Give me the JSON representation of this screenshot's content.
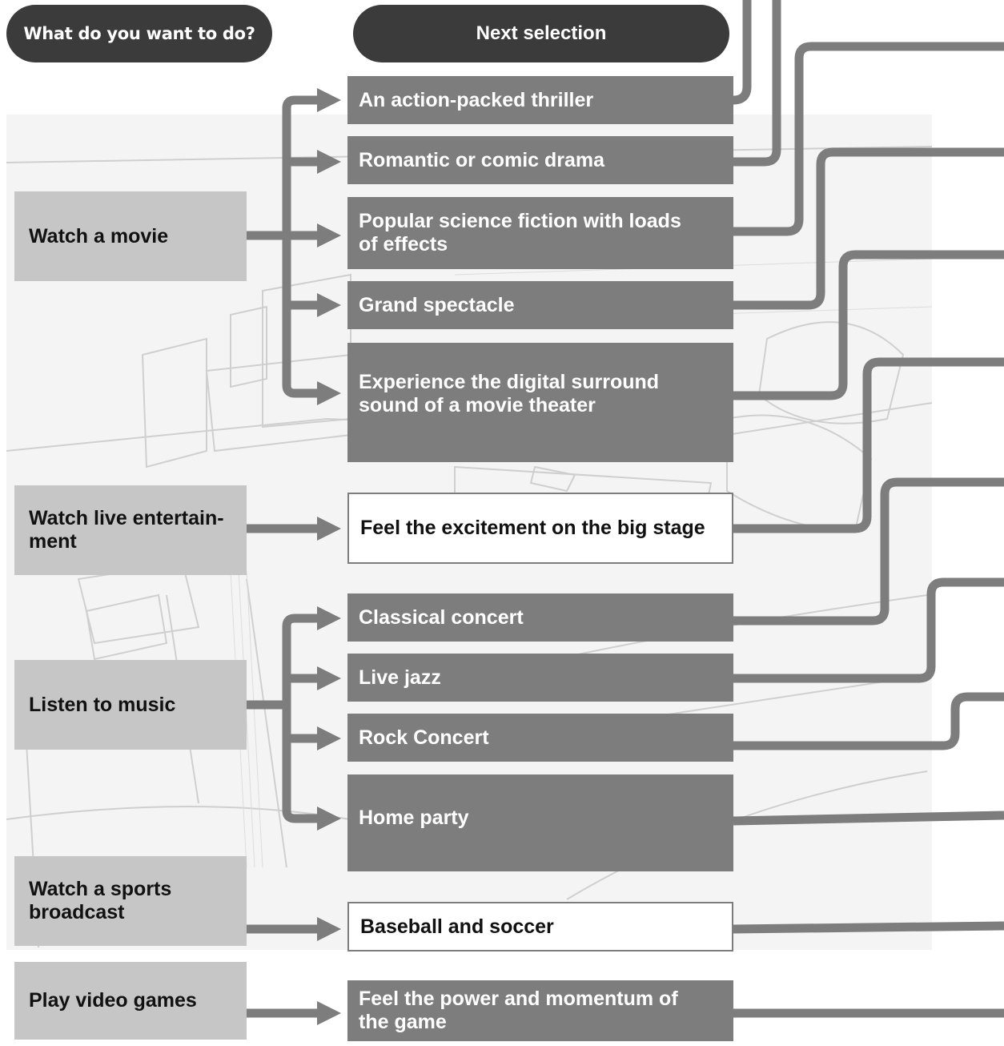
{
  "header": {
    "left_label": "What do you want to do?",
    "right_label": "Next selection"
  },
  "categories": [
    {
      "label": "Watch a movie"
    },
    {
      "label": "Watch live entertain-\nment"
    },
    {
      "label": "Listen to music"
    },
    {
      "label": "Watch a sports\nbroadcast"
    },
    {
      "label": "Play video games"
    }
  ],
  "selections": [
    {
      "label": "An action-packed thriller"
    },
    {
      "label": "Romantic or comic drama"
    },
    {
      "label": "Popular science fiction with loads\nof effects"
    },
    {
      "label": "Grand spectacle"
    },
    {
      "label": "Experience the digital surround\nsound of a movie theater"
    },
    {
      "label": "Feel the excitement on the big stage"
    },
    {
      "label": "Classical concert"
    },
    {
      "label": "Live jazz"
    },
    {
      "label": "Rock Concert"
    },
    {
      "label": "Home party"
    },
    {
      "label": "Baseball and soccer"
    },
    {
      "label": "Feel the power and momentum of\nthe game"
    }
  ],
  "colors": {
    "connector": "#7d7d7d",
    "header_pill": "#3b3b3b",
    "category_box": "#c6c6c6",
    "selection_box": "#7d7d7d"
  },
  "illustration": "sketch-living-room-home-theater"
}
